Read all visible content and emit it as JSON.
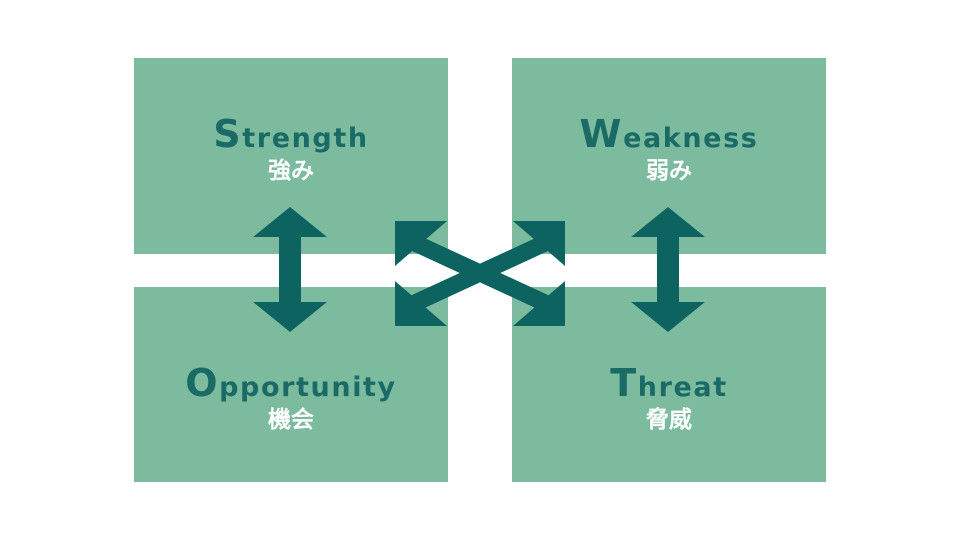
{
  "quadrants": {
    "strength": {
      "cap": "S",
      "rest": "trength",
      "sub": "強み"
    },
    "weakness": {
      "cap": "W",
      "rest": "eakness",
      "sub": "弱み"
    },
    "opportunity": {
      "cap": "O",
      "rest": "pportunity",
      "sub": "機会"
    },
    "threat": {
      "cap": "T",
      "rest": "hreat",
      "sub": "脅威"
    }
  },
  "colors": {
    "box": "#7dbb9f",
    "title": "#1a6a66",
    "arrow": "#0c6360",
    "subtitle": "#ffffff"
  },
  "icons": {
    "vertical_arrows": "double-headed-vertical-arrow-icon",
    "cross_arrows": "double-headed-diagonal-arrow-icon"
  }
}
